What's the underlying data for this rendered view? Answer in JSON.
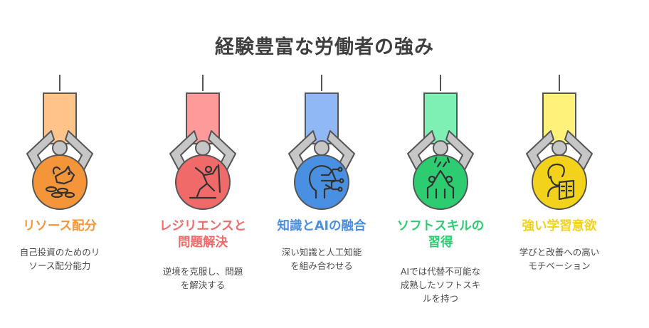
{
  "title": "経験豊富な労働者の強み",
  "items": [
    {
      "label_lines": [
        "レジリエンスと",
        "問題解決"
      ],
      "desc_lines": [
        "逆境を克服し、問題",
        "を解決する"
      ],
      "color": "#f06a6a",
      "bar_color": "#ff9a9a",
      "icon": "climbing-person-icon"
    },
    {
      "label_lines": [
        "知識とAIの融合"
      ],
      "desc_lines": [
        "深い知識と人工知能",
        "を組み合わせる"
      ],
      "color": "#4a90e2",
      "bar_color": "#8fb8f5",
      "icon": "ai-head-icon"
    },
    {
      "label_lines": [
        "ソフトスキルの",
        "習得"
      ],
      "desc_lines": [
        "AIでは代替不可能な",
        "成熟したソフトスキ",
        "ルを持つ"
      ],
      "color": "#2ecc71",
      "bar_color": "#7ef0b4",
      "icon": "high-five-icon"
    },
    {
      "label_lines": [
        "強い学習意欲"
      ],
      "desc_lines": [
        "学びと改善への高い",
        "モチベーション"
      ],
      "color": "#f2d21b",
      "bar_color": "#fff27a",
      "icon": "reading-person-icon"
    },
    {
      "label_lines": [
        "リソース配分"
      ],
      "desc_lines": [
        "自己投資のためのリ",
        "ソース配分能力"
      ],
      "color": "#f5953a",
      "bar_color": "#ffc48a",
      "icon": "piggy-bank-icon"
    }
  ]
}
